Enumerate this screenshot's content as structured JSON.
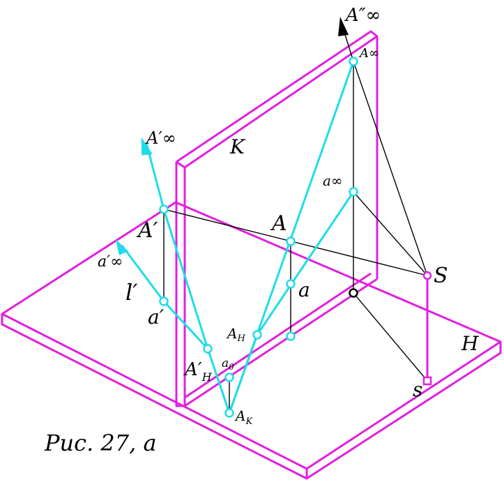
{
  "colors": {
    "plane": "#e020e0",
    "construction": "#20dce8",
    "line": "#000000",
    "background": "#ffffff"
  },
  "labels": {
    "A_inf_dd": "A″∞",
    "A_inf": "A∞",
    "K": "K",
    "A_prime_inf": "A′∞",
    "a_inf": "a∞",
    "A_prime": "A′",
    "A": "A",
    "a_prime_inf": "a′∞",
    "S": "S",
    "l_prime": "l′",
    "a": "a",
    "a_prime": "a′",
    "A_H": "A",
    "A_H_sub": "H",
    "H": "H",
    "A_prime_H": "A′",
    "A_prime_H_sub": "H",
    "a_0": "a",
    "a_0_sub": "0",
    "s": "s",
    "A_K": "A",
    "A_K_sub": "K"
  },
  "caption": "Рис. 27, а"
}
